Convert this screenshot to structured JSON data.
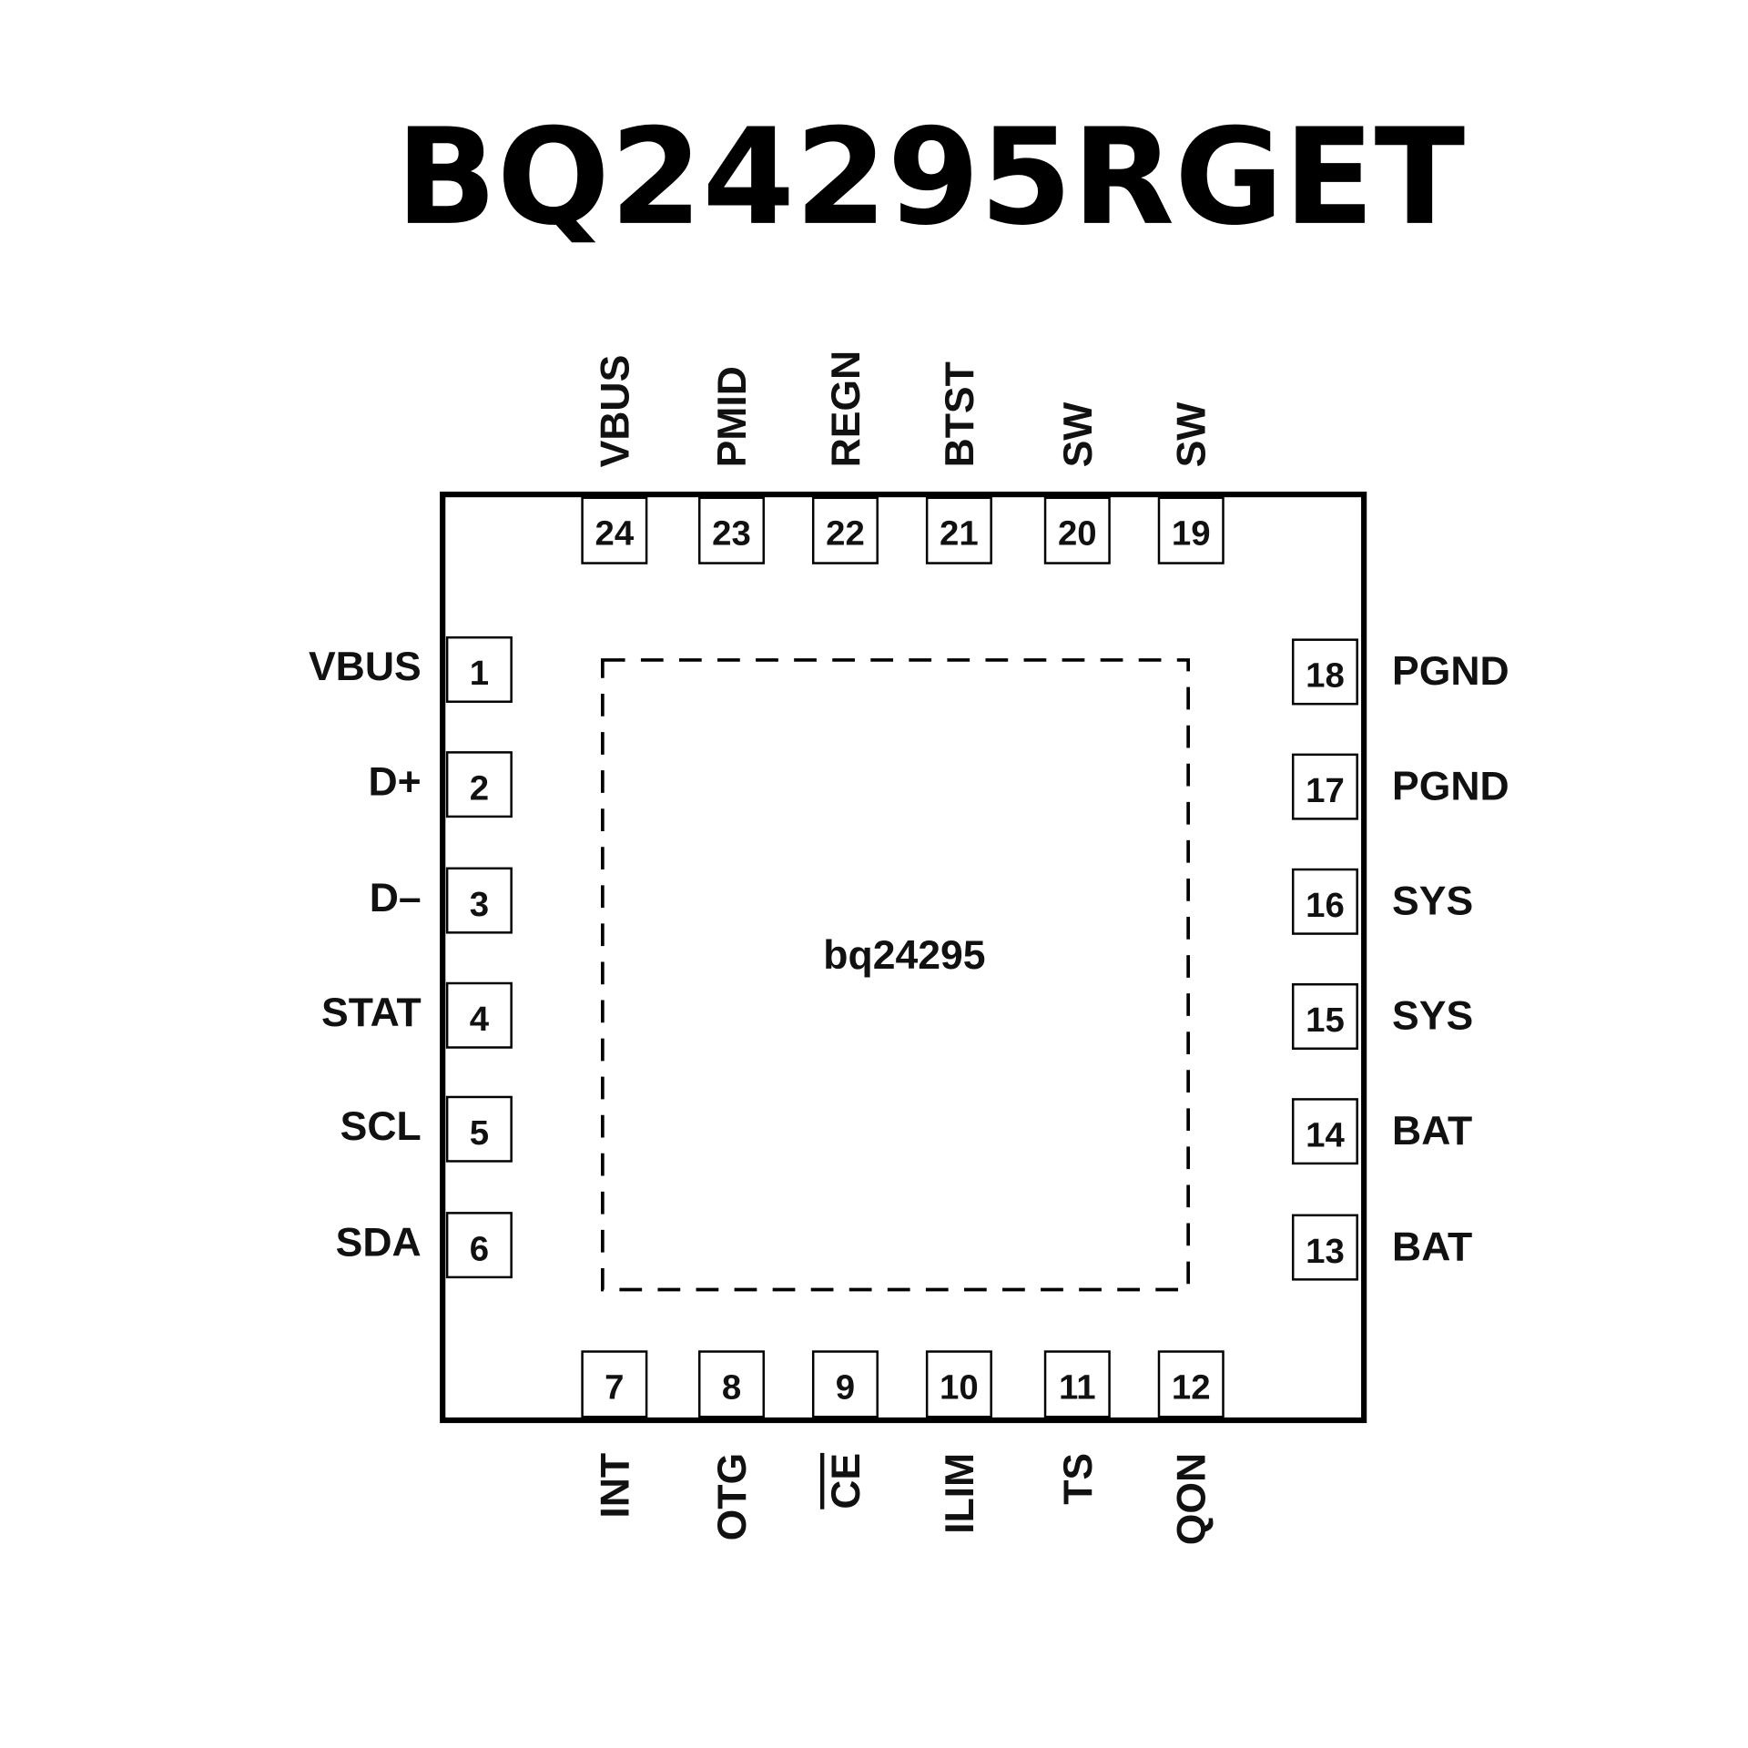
{
  "title": "BQ24295RGET",
  "chip_label": "bq24295",
  "pins": {
    "left": [
      {
        "number": "1",
        "name": "VBUS"
      },
      {
        "number": "2",
        "name": "D+"
      },
      {
        "number": "3",
        "name": "D–"
      },
      {
        "number": "4",
        "name": "STAT"
      },
      {
        "number": "5",
        "name": "SCL"
      },
      {
        "number": "6",
        "name": "SDA"
      }
    ],
    "bottom": [
      {
        "number": "7",
        "name": "INT"
      },
      {
        "number": "8",
        "name": "OTG"
      },
      {
        "number": "9",
        "name": "CE",
        "overline": true
      },
      {
        "number": "10",
        "name": "ILIM"
      },
      {
        "number": "11",
        "name": "TS"
      },
      {
        "number": "12",
        "name": "QON"
      }
    ],
    "right": [
      {
        "number": "18",
        "name": "PGND"
      },
      {
        "number": "17",
        "name": "PGND"
      },
      {
        "number": "16",
        "name": "SYS"
      },
      {
        "number": "15",
        "name": "SYS"
      },
      {
        "number": "14",
        "name": "BAT"
      },
      {
        "number": "13",
        "name": "BAT"
      }
    ],
    "top": [
      {
        "number": "24",
        "name": "VBUS"
      },
      {
        "number": "23",
        "name": "PMID"
      },
      {
        "number": "22",
        "name": "REGN"
      },
      {
        "number": "21",
        "name": "BTST"
      },
      {
        "number": "20",
        "name": "SW"
      },
      {
        "number": "19",
        "name": "SW"
      }
    ]
  }
}
